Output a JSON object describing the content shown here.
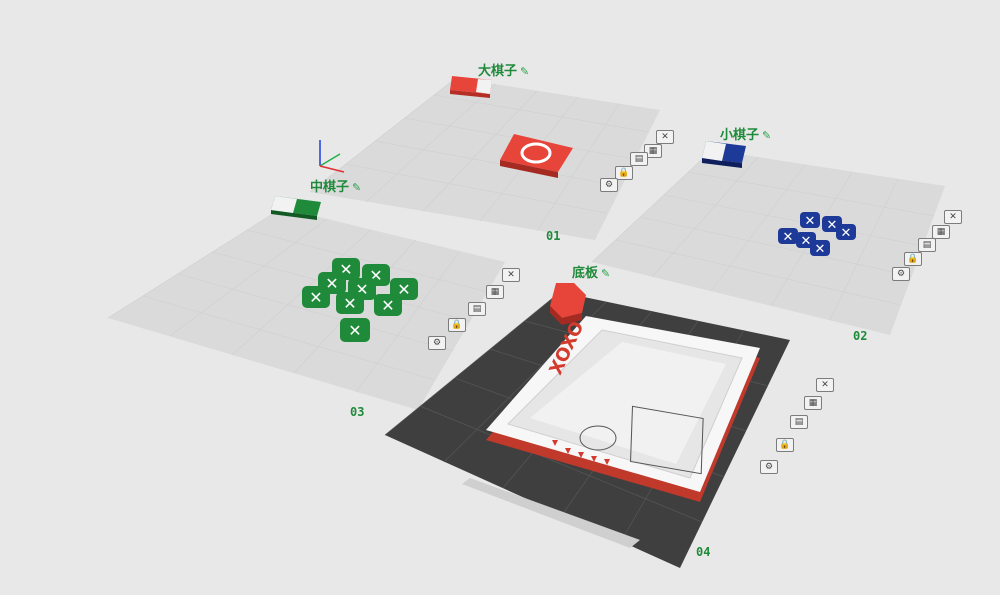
{
  "plates": [
    {
      "name": "大棋子",
      "number": "01",
      "piece_color": "#e8453a"
    },
    {
      "name": "小棋子",
      "number": "02",
      "piece_color": "#1e3a99"
    },
    {
      "name": "中棋子",
      "number": "03",
      "piece_color": "#1f8a3a"
    },
    {
      "name": "底板",
      "number": "04",
      "piece_color": "#e8453a"
    }
  ],
  "model": {
    "base_text": "XOXO"
  },
  "tools": {
    "close": "✕",
    "grid": "▦",
    "layout": "▤",
    "lock": "🔒",
    "settings": "⚙"
  },
  "pen_glyph": "✎",
  "colors": {
    "label": "#1f8a3a",
    "background": "#e8e8e8",
    "bed_dark": "#3f3f3f"
  }
}
